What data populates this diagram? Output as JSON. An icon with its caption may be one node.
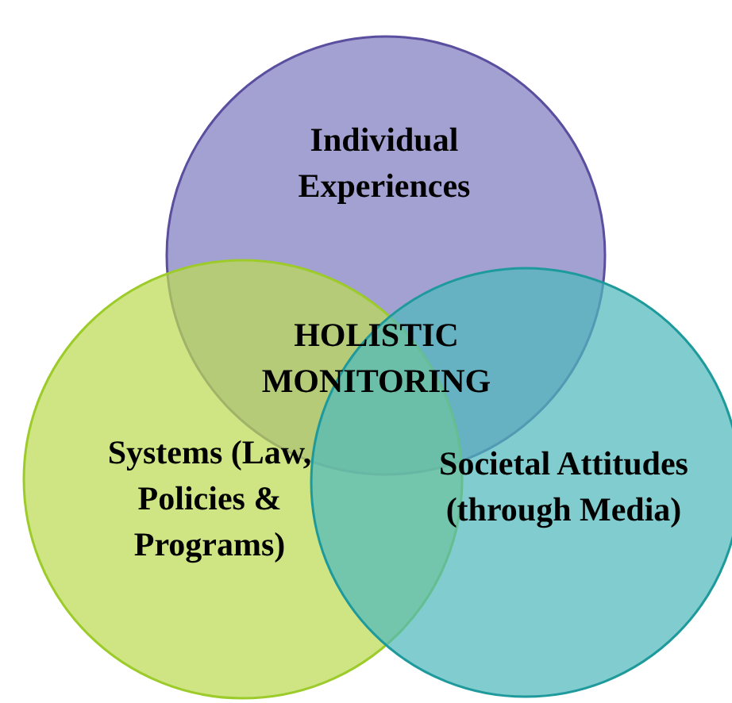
{
  "diagram": {
    "nodes": [
      {
        "text": [
          "Individual Experiences"
        ]
      },
      {
        "text": [
          "Systems (Law, Policies & Programs)"
        ]
      },
      {
        "text": [
          "Societal Attitudes (through Media)"
        ]
      }
    ],
    "labels": [
      "HOLISTIC MONITORING"
    ]
  }
}
